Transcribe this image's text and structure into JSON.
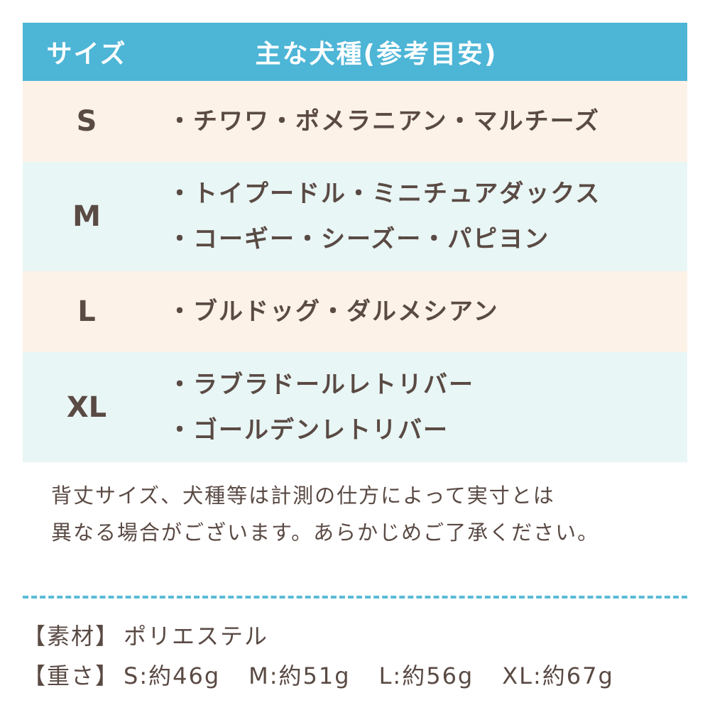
{
  "table": {
    "header": {
      "size_label": "サイズ",
      "breed_label": "主な犬種(参考目安)"
    },
    "rows": [
      {
        "size": "S",
        "breeds": [
          "・チワワ・ポメラニアン・マルチーズ"
        ]
      },
      {
        "size": "M",
        "breeds": [
          "・トイプードル・ミニチュアダックス",
          "・コーギー・シーズー・パピヨン"
        ]
      },
      {
        "size": "L",
        "breeds": [
          "・ブルドッグ・ダルメシアン"
        ]
      },
      {
        "size": "XL",
        "breeds": [
          "・ラブラドールレトリバー",
          "・ゴールデンレトリバー"
        ]
      }
    ],
    "colors": {
      "header_bg": "#4db5d6",
      "row_peach": "#fdf2e7",
      "row_mint": "#e8f6f5",
      "text": "#5a4a44"
    }
  },
  "note": {
    "line1": "背丈サイズ、犬種等は計測の仕方によって実寸とは",
    "line2": "異なる場合がございます。あらかじめご了承ください。"
  },
  "specs": {
    "material_label": "【素材】",
    "material_value": "ポリエステル",
    "weight_label": "【重さ】",
    "weights": [
      "S:約46g",
      "M:約51g",
      "L:約56g",
      "XL:約67g"
    ]
  }
}
